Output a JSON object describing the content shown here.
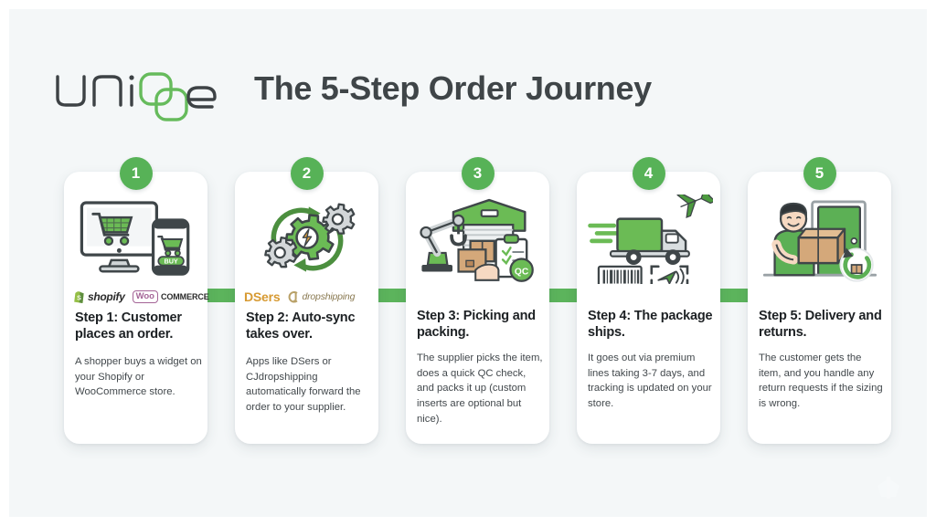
{
  "brand": {
    "logo_text": "uniqbe",
    "logo_accent_color": "#66bb5c",
    "logo_dark_color": "#3d4245"
  },
  "header": {
    "title": "The 5-Step Order Journey"
  },
  "theme": {
    "background": "#f4f7f8",
    "card_background": "#ffffff",
    "accent_green": "#57b257",
    "connector_green": "#5cb45c",
    "title_color": "#3f4548",
    "body_color": "#42484c"
  },
  "steps": [
    {
      "number": "1",
      "title": "Step 1: Customer places an order.",
      "body": "A shopper buys a widget on your Shopify or WooCommerce store.",
      "art_name": "desktop-and-phone-shopping-cart-illustration",
      "brands": [
        {
          "name": "shopify",
          "label": "shopify"
        },
        {
          "name": "woocommerce",
          "badge": "Woo",
          "label": "COMMERCE"
        }
      ]
    },
    {
      "number": "2",
      "title": "Step 2: Auto-sync takes over.",
      "body": "Apps like DSers or CJdropshipping automatically forward the order to your supplier.",
      "art_name": "gears-sync-automation-illustration",
      "brands": [
        {
          "name": "dsers",
          "label": "DSers"
        },
        {
          "name": "cjdropshipping",
          "label": "dropshipping"
        }
      ]
    },
    {
      "number": "3",
      "title": "Step 3: Picking and packing.",
      "body": "The supplier picks the item, does a quick QC check, and packs it up (custom inserts are optional but nice).",
      "art_name": "warehouse-robot-arm-boxes-qc-illustration",
      "qc_label": "QC",
      "brands": []
    },
    {
      "number": "4",
      "title": "Step 4: The package ships.",
      "body": "It goes out via premium lines taking 3-7 days, and tracking is updated on your store.",
      "art_name": "delivery-truck-plane-barcode-tracking-illustration",
      "brands": []
    },
    {
      "number": "5",
      "title": "Step 5: Delivery and returns.",
      "body": "The customer gets the item, and you handle any return requests if the sizing is wrong.",
      "art_name": "courier-delivering-box-at-door-with-return-icon-illustration",
      "brands": []
    }
  ]
}
